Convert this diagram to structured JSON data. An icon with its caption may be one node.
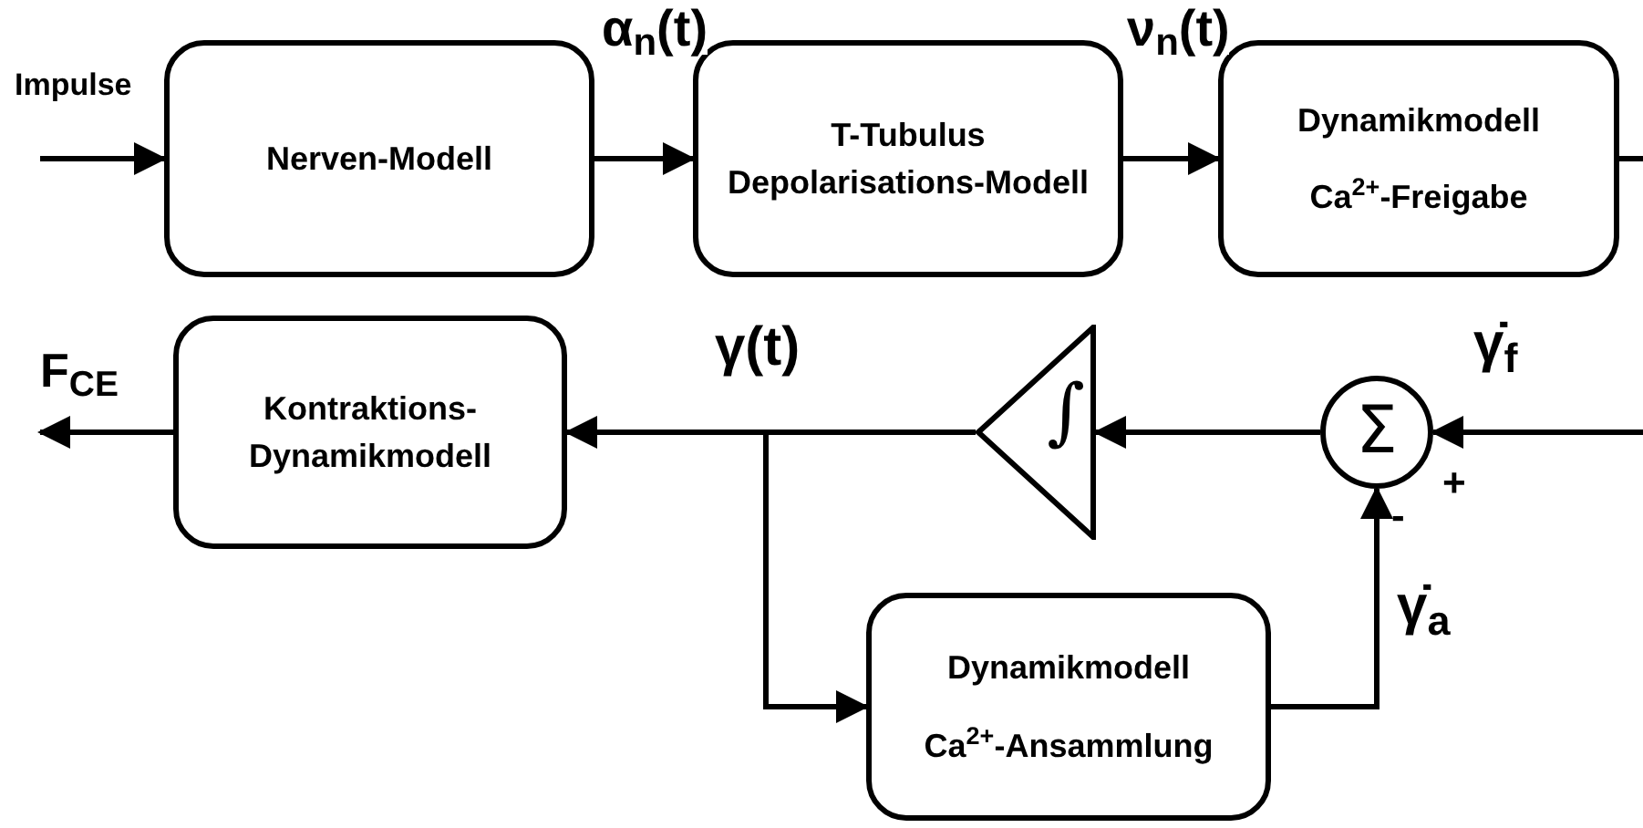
{
  "diagram": {
    "nodes": [
      {
        "text": [
          "Nerven-Modell"
        ]
      },
      {
        "text": [
          "T-Tubulus Depolarisations-Modell"
        ]
      },
      {
        "text": [
          "Dynamikmodell",
          "Ca$^{2+}$-Freigabe"
        ]
      },
      {
        "text": [
          "Kontraktions-Dynamikmodell"
        ]
      },
      {
        "text": [
          "∫"
        ]
      },
      {
        "text": [
          "Σ"
        ]
      },
      {
        "text": [
          "Dynamikmodell",
          "Ca$^{2+}$-Ansammlung"
        ]
      }
    ],
    "edges": [
      {
        "from": null,
        "to": 0,
        "arrow": "to",
        "label": "Impulse"
      },
      {
        "from": 0,
        "to": 1,
        "arrow": "to",
        "label": "α$_{n}$(t)"
      },
      {
        "from": 1,
        "to": 2,
        "arrow": "to",
        "label": "ν$_{n}$(t)"
      },
      {
        "from": 2,
        "to": null,
        "arrow": "none"
      },
      {
        "from": null,
        "to": 5,
        "arrow": "to",
        "label": "γ̇$_{f}$"
      },
      {
        "from": 5,
        "to": 4,
        "arrow": "to"
      },
      {
        "from": 4,
        "to": 3,
        "arrow": "to",
        "label": "γ(t)"
      },
      {
        "from": 3,
        "to": null,
        "arrow": "to",
        "label": "F$_{CE}$"
      },
      {
        "from": 4,
        "to": 6,
        "arrow": "to"
      },
      {
        "from": 6,
        "to": 5,
        "arrow": "to",
        "label": "γ̇$_{a}$"
      }
    ],
    "labels": [
      "+",
      "-"
    ]
  }
}
